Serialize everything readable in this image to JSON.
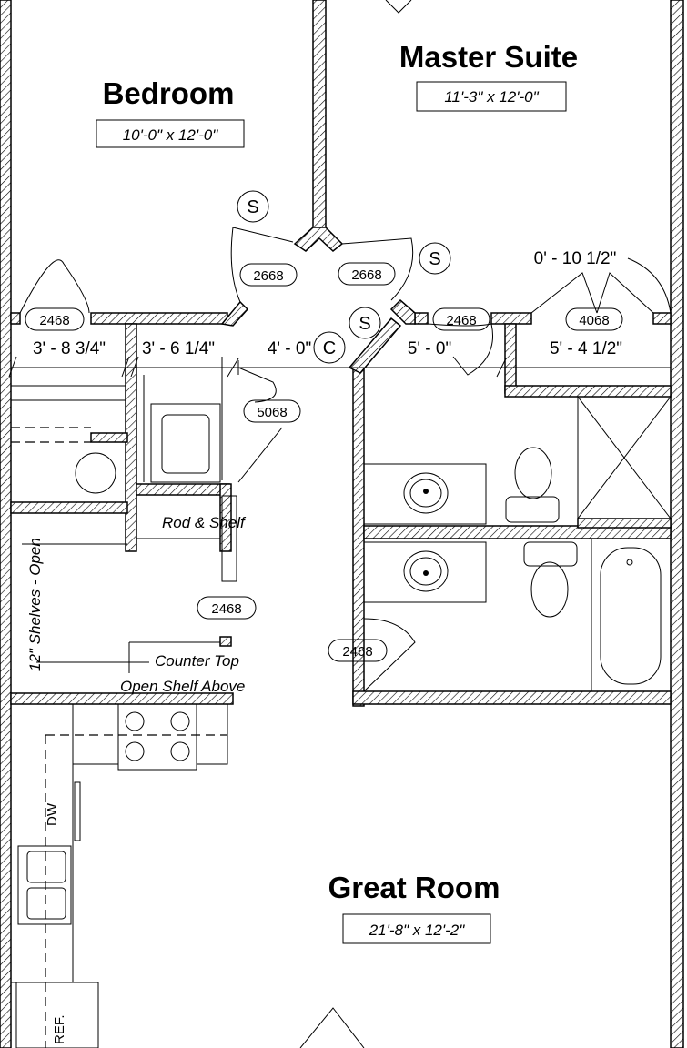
{
  "rooms": {
    "bedroom": {
      "name": "Bedroom",
      "size": "10'-0\" x 12'-0\""
    },
    "master": {
      "name": "Master Suite",
      "size": "11'-3\" x 12'-0\""
    },
    "great": {
      "name": "Great Room",
      "size": "21'-8\" x 12'-2\""
    }
  },
  "dimensions": {
    "d1": "3' - 8 3/4\"",
    "d2": "3' - 6 1/4\"",
    "d3": "4' - 0\"",
    "d4": "5' - 0\"",
    "d5": "5' - 4 1/2\"",
    "d6": "0' - 10 1/2\""
  },
  "doors": {
    "door_bedroom": "2468",
    "door_hall_left": "2668",
    "door_hall_right": "2668",
    "door_bath": "2468",
    "door_closet_master": "4068",
    "door_closet_hall": "5068",
    "door_pantry": "2468",
    "door_bath_lower": "2468"
  },
  "symbols": {
    "smoke1": "S",
    "smoke2": "S",
    "smoke3": "S",
    "co": "C"
  },
  "notes": {
    "rod_shelf": "Rod & Shelf",
    "shelves": "12\" Shelves - Open",
    "counter": "Counter Top",
    "open_shelf": "Open Shelf Above",
    "dw": "DW",
    "ref": "REF."
  }
}
